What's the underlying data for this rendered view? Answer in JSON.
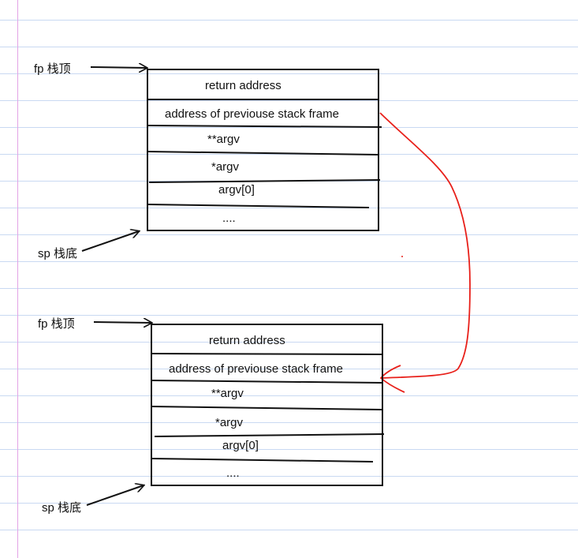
{
  "colors": {
    "ink": "#111111",
    "link_arrow": "#e8201a",
    "rule_lines": "#c9d9f2",
    "margin_line": "#e3a4e6"
  },
  "labels": {
    "fp": "fp 栈顶",
    "sp": "sp 栈底"
  },
  "frames": [
    {
      "rows": [
        "return address",
        "address of previouse stack frame",
        "**argv",
        "*argv",
        "argv[0]",
        "...."
      ]
    },
    {
      "rows": [
        "return address",
        "address of previouse stack frame",
        "**argv",
        "*argv",
        "argv[0]",
        "...."
      ]
    }
  ]
}
